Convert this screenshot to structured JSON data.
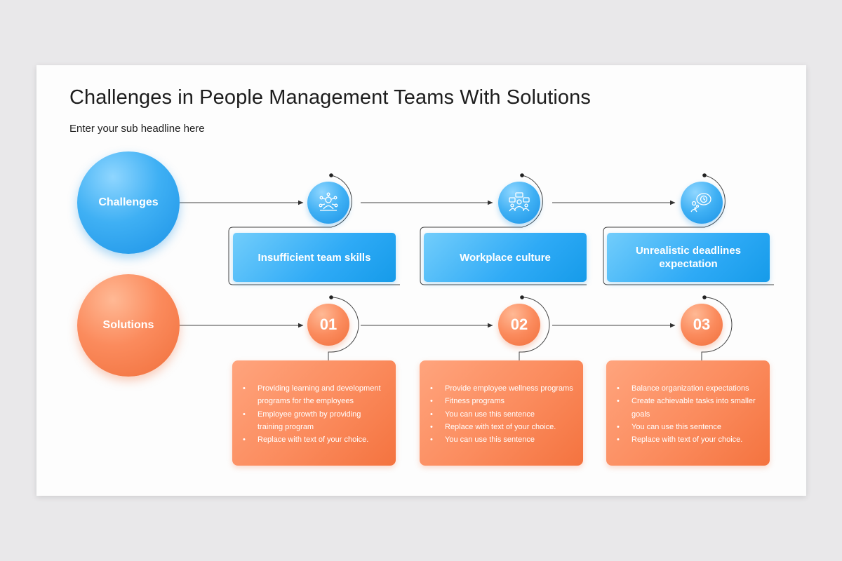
{
  "title": "Challenges in People Management Teams With Solutions",
  "subtitle": "Enter your sub headline here",
  "challenges_label": "Challenges",
  "solutions_label": "Solutions",
  "colors": {
    "blue": "#2eaaf6",
    "orange": "#fb8b5d"
  },
  "challenges": [
    {
      "icon": "team-skills-icon",
      "label": "Insufficient team skills"
    },
    {
      "icon": "workplace-culture-icon",
      "label": "Workplace culture"
    },
    {
      "icon": "deadline-thinking-icon",
      "label": "Unrealistic deadlines expectation"
    }
  ],
  "solutions": [
    {
      "number": "01",
      "items": [
        "Providing learning and development programs for the employees",
        "Employee growth by providing training program",
        "Replace with text of your choice."
      ]
    },
    {
      "number": "02",
      "items": [
        "Provide employee wellness programs",
        "Fitness programs",
        "You can use this sentence",
        "Replace with text of your choice.",
        "You can use this sentence"
      ]
    },
    {
      "number": "03",
      "items": [
        "Balance organization expectations",
        "Create achievable tasks into smaller goals",
        "You can use this sentence",
        "Replace with text of your choice."
      ]
    }
  ]
}
